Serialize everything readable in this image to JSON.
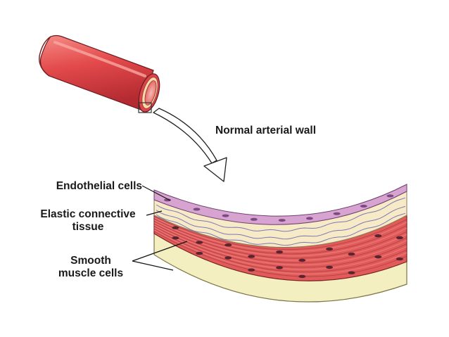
{
  "figure": {
    "title": "Normal arterial wall",
    "labels": {
      "endothelial": "Endothelial cells",
      "elastic_line1": "Elastic connective",
      "elastic_line2": "tissue",
      "smooth_line1": "Smooth",
      "smooth_line2": "muscle cells"
    }
  },
  "colors": {
    "vessel_red": "#e34a4c",
    "vessel_dark": "#b32a30",
    "vessel_light": "#f58b86",
    "lumen_inner": "#f3a7a2",
    "elastic_layer": "#f6ebc6",
    "outer_layer": "#f3efc0",
    "muscle_red": "#e15b5b",
    "endothelium_pink": "#c78fc4",
    "nucleus": "#5a2430",
    "elastic_fiber": "#7f77b3"
  }
}
